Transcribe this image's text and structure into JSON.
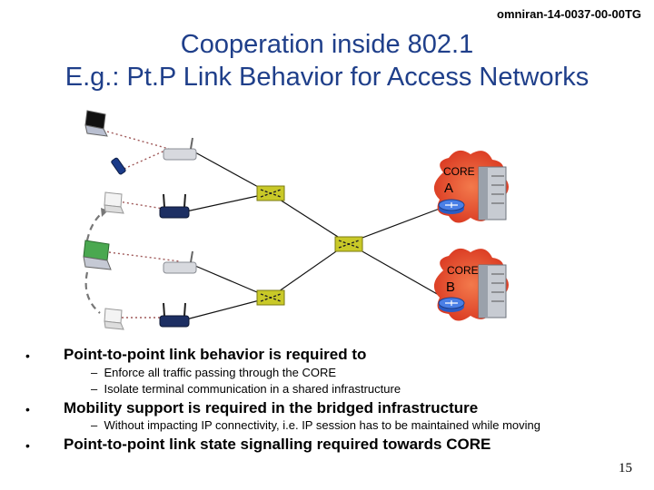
{
  "doc_id": "omniran-14-0037-00-00TG",
  "title_line1": "Cooperation inside 802.1",
  "title_line2": "E.g.: Pt.P Link Behavior for Access Networks",
  "core_a": {
    "label": "CORE",
    "letter": "A"
  },
  "core_b": {
    "label": "CORE",
    "letter": "B"
  },
  "bullets": [
    {
      "text": "Point-to-point link behavior is required to",
      "subs": [
        "Enforce all traffic passing through the CORE",
        "Isolate terminal communication in a shared infrastructure"
      ]
    },
    {
      "text": "Mobility support is required in the bridged infrastructure",
      "subs": [
        "Without impacting IP connectivity, i.e. IP session has to be maintained while moving"
      ]
    },
    {
      "text": "Point-to-point link state signalling required towards CORE",
      "subs": []
    }
  ],
  "sub_dash": "–",
  "bullet_symbol": "•",
  "page_number": "15",
  "colors": {
    "title": "#1f3f8a",
    "core_cloud": "#e84c2b",
    "bridge": "#c9c928",
    "router": "#3a6fd8",
    "dashed_link": "#a05a5a"
  }
}
